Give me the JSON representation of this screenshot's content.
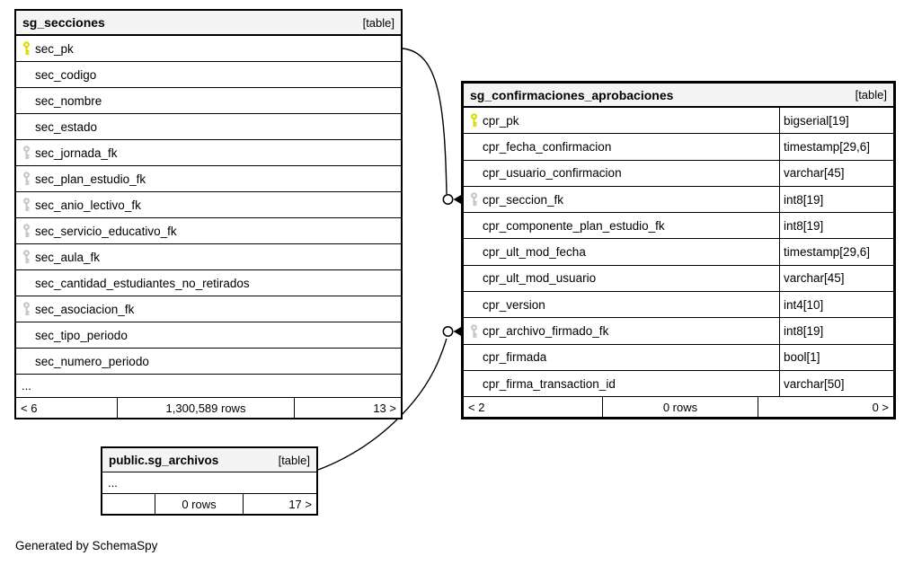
{
  "diagram": {
    "generated_by": "Generated by SchemaSpy"
  },
  "colors": {
    "primary_key_icon": "#dcdc00",
    "foreign_key_icon": "#c6c6c6",
    "header_bg": "#f4f4f4",
    "border": "#000000"
  },
  "icons": {
    "primary_key": "key-icon",
    "foreign_key": "key-icon"
  },
  "tables": {
    "sg_secciones": {
      "title": "sg_secciones",
      "badge": "[table]",
      "columns": [
        {
          "name": "sec_pk",
          "key": "pk"
        },
        {
          "name": "sec_codigo",
          "key": ""
        },
        {
          "name": "sec_nombre",
          "key": ""
        },
        {
          "name": "sec_estado",
          "key": ""
        },
        {
          "name": "sec_jornada_fk",
          "key": "fk"
        },
        {
          "name": "sec_plan_estudio_fk",
          "key": "fk"
        },
        {
          "name": "sec_anio_lectivo_fk",
          "key": "fk"
        },
        {
          "name": "sec_servicio_educativo_fk",
          "key": "fk"
        },
        {
          "name": "sec_aula_fk",
          "key": "fk"
        },
        {
          "name": "sec_cantidad_estudiantes_no_retirados",
          "key": ""
        },
        {
          "name": "sec_asociacion_fk",
          "key": "fk"
        },
        {
          "name": "sec_tipo_periodo",
          "key": ""
        },
        {
          "name": "sec_numero_periodo",
          "key": ""
        }
      ],
      "ellipsis": "...",
      "footer": {
        "left": "< 6",
        "center": "1,300,589 rows",
        "right": "13 >"
      }
    },
    "sg_confirmaciones_aprobaciones": {
      "title": "sg_confirmaciones_aprobaciones",
      "badge": "[table]",
      "columns": [
        {
          "name": "cpr_pk",
          "type": "bigserial[19]",
          "key": "pk"
        },
        {
          "name": "cpr_fecha_confirmacion",
          "type": "timestamp[29,6]",
          "key": ""
        },
        {
          "name": "cpr_usuario_confirmacion",
          "type": "varchar[45]",
          "key": ""
        },
        {
          "name": "cpr_seccion_fk",
          "type": "int8[19]",
          "key": "fk"
        },
        {
          "name": "cpr_componente_plan_estudio_fk",
          "type": "int8[19]",
          "key": ""
        },
        {
          "name": "cpr_ult_mod_fecha",
          "type": "timestamp[29,6]",
          "key": ""
        },
        {
          "name": "cpr_ult_mod_usuario",
          "type": "varchar[45]",
          "key": ""
        },
        {
          "name": "cpr_version",
          "type": "int4[10]",
          "key": ""
        },
        {
          "name": "cpr_archivo_firmado_fk",
          "type": "int8[19]",
          "key": "fk"
        },
        {
          "name": "cpr_firmada",
          "type": "bool[1]",
          "key": ""
        },
        {
          "name": "cpr_firma_transaction_id",
          "type": "varchar[50]",
          "key": ""
        }
      ],
      "footer": {
        "left": "< 2",
        "center": "0 rows",
        "right": "0 >"
      }
    },
    "public_sg_archivos": {
      "title": "public.sg_archivos",
      "badge": "[table]",
      "ellipsis": "...",
      "footer": {
        "left": "",
        "center": "0 rows",
        "right": "17 >"
      }
    }
  }
}
